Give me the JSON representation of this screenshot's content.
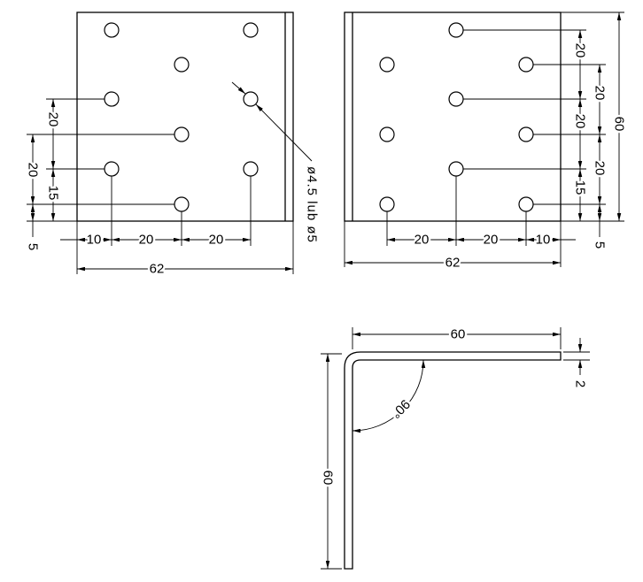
{
  "left_view": {
    "vertical_dimensions": [
      "20",
      "15",
      "20",
      "5"
    ],
    "horizontal_dimensions": [
      "10",
      "20",
      "20"
    ],
    "overall_width": "62",
    "hole_note": "ø4.5 lub ø5"
  },
  "right_view": {
    "vertical_dimensions": [
      "20",
      "20",
      "15",
      "20",
      "20",
      "5"
    ],
    "overall_height": "60",
    "horizontal_dimensions": [
      "20",
      "20",
      "10"
    ],
    "overall_width": "62"
  },
  "side_view": {
    "leg_length": "60",
    "thickness": "2",
    "leg_height": "60",
    "bend_angle": "90°"
  },
  "colors": {
    "line": "#000000",
    "background": "#ffffff"
  }
}
